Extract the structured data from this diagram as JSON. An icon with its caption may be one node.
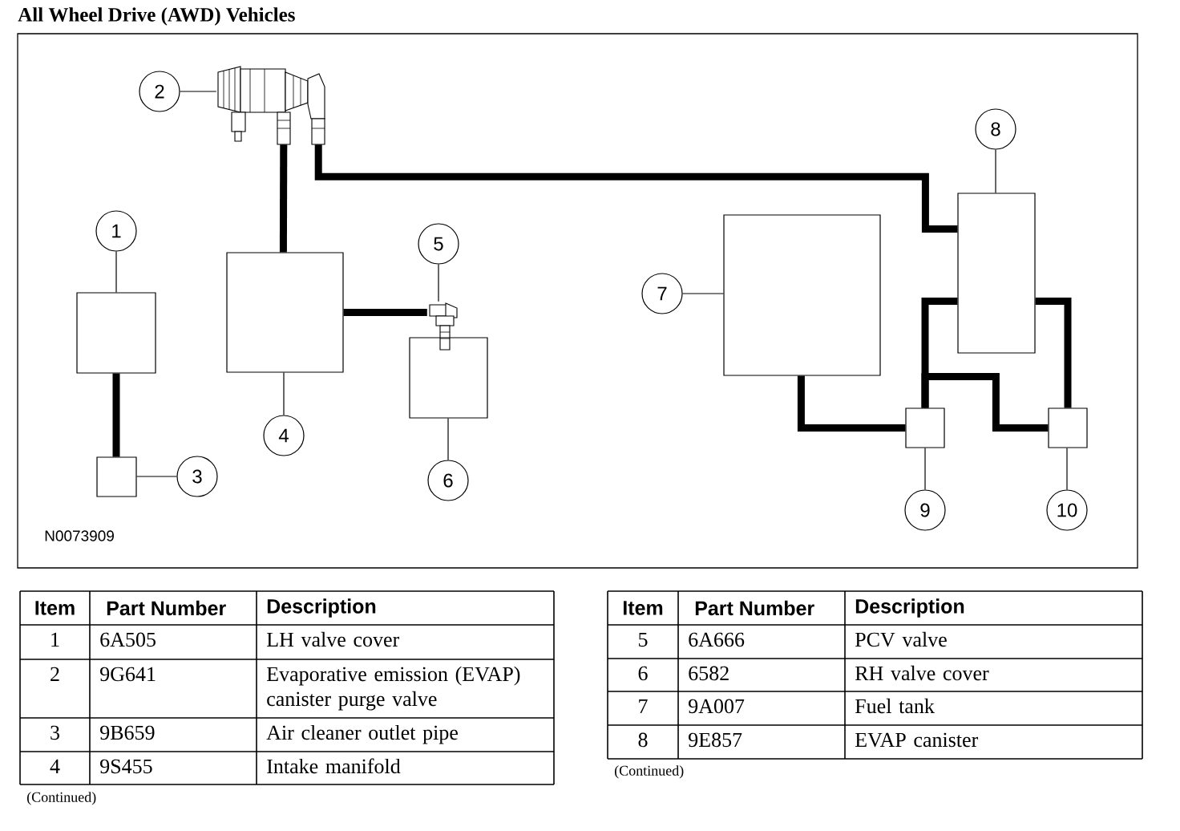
{
  "diagram": {
    "title": "All Wheel Drive (AWD) Vehicles",
    "nodes": [
      {
        "text": [
          "2"
        ]
      },
      {
        "text": [],
        "shape": "picture"
      },
      {
        "text": [
          "8"
        ]
      },
      {
        "text": [
          "1"
        ]
      },
      {
        "text": [],
        "shape": "box"
      },
      {
        "text": [],
        "shape": "box"
      },
      {
        "text": [
          "5"
        ]
      },
      {
        "text": [],
        "shape": "picture"
      },
      {
        "text": [
          "7"
        ]
      },
      {
        "text": [],
        "shape": "box"
      },
      {
        "text": [],
        "shape": "box"
      },
      {
        "text": [],
        "shape": "box"
      },
      {
        "text": [],
        "shape": "box"
      },
      {
        "text": [
          "3"
        ]
      },
      {
        "text": [
          "4"
        ]
      },
      {
        "text": [
          "6"
        ]
      },
      {
        "text": [],
        "shape": "box"
      },
      {
        "text": [],
        "shape": "box"
      },
      {
        "text": [
          "9"
        ]
      },
      {
        "text": [
          "10"
        ]
      }
    ],
    "edges": [
      {
        "from": 0,
        "to": 1,
        "arrow": "none"
      },
      {
        "from": 2,
        "to": 10,
        "arrow": "none"
      },
      {
        "from": 3,
        "to": 4,
        "arrow": "none"
      },
      {
        "from": 6,
        "to": 7,
        "arrow": "none"
      },
      {
        "from": 8,
        "to": 9,
        "arrow": "none"
      },
      {
        "from": 13,
        "to": 12,
        "arrow": "none"
      },
      {
        "from": 14,
        "to": 5,
        "arrow": "none"
      },
      {
        "from": 15,
        "to": 11,
        "arrow": "none"
      },
      {
        "from": 18,
        "to": 16,
        "arrow": "none"
      },
      {
        "from": 19,
        "to": 17,
        "arrow": "none"
      },
      {
        "from": 4,
        "to": 12,
        "arrow": "none",
        "style": "thick"
      },
      {
        "from": 1,
        "to": 5,
        "arrow": "none",
        "style": "thick"
      },
      {
        "from": 1,
        "to": 10,
        "arrow": "none",
        "style": "thick"
      },
      {
        "from": 5,
        "to": 7,
        "arrow": "none",
        "style": "thick"
      },
      {
        "from": 9,
        "to": 16,
        "arrow": "none",
        "style": "thick"
      },
      {
        "from": 10,
        "to": 16,
        "arrow": "none",
        "style": "thick"
      },
      {
        "from": 10,
        "to": 17,
        "arrow": "none",
        "style": "thick"
      },
      {
        "from": 16,
        "to": 17,
        "arrow": "none",
        "style": "thick"
      }
    ],
    "labels": [
      "N0073909",
      "Item",
      "Part Number",
      "Description",
      "1",
      "6A505",
      "LH valve cover",
      "2",
      "9G641",
      "Evaporative emission (EVAP) canister purge valve",
      "3",
      "9B659",
      "Air cleaner outlet pipe",
      "4",
      "9S455",
      "Intake manifold",
      "(Continued)",
      "Item",
      "Part Number",
      "Description",
      "5",
      "6A666",
      "PCV valve",
      "6",
      "6582",
      "RH valve cover",
      "7",
      "9A007",
      "Fuel tank",
      "8",
      "9E857",
      "EVAP canister",
      "(Continued)"
    ]
  }
}
